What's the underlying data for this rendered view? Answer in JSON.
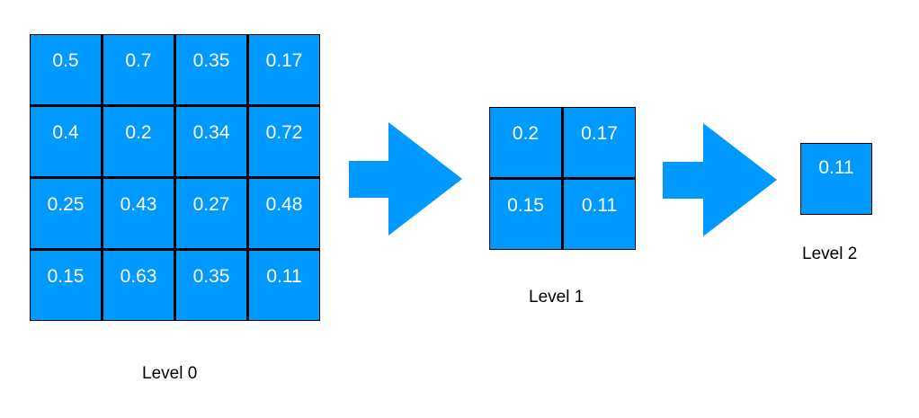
{
  "levels": [
    {
      "label": "Level 0",
      "values": [
        [
          "0.5",
          "0.7",
          "0.35",
          "0.17"
        ],
        [
          "0.4",
          "0.2",
          "0.34",
          "0.72"
        ],
        [
          "0.25",
          "0.43",
          "0.27",
          "0.48"
        ],
        [
          "0.15",
          "0.63",
          "0.35",
          "0.11"
        ]
      ]
    },
    {
      "label": "Level 1",
      "values": [
        [
          "0.2",
          "0.17"
        ],
        [
          "0.15",
          "0.11"
        ]
      ]
    },
    {
      "label": "Level 2",
      "values": [
        [
          "0.11"
        ]
      ]
    }
  ],
  "colors": {
    "cell_fill": "#0099ff",
    "cell_text": "#ffffff",
    "arrow_fill": "#0099ff",
    "grid_border": "#000000"
  },
  "icons": [
    "right-arrow-icon",
    "right-arrow-icon"
  ]
}
